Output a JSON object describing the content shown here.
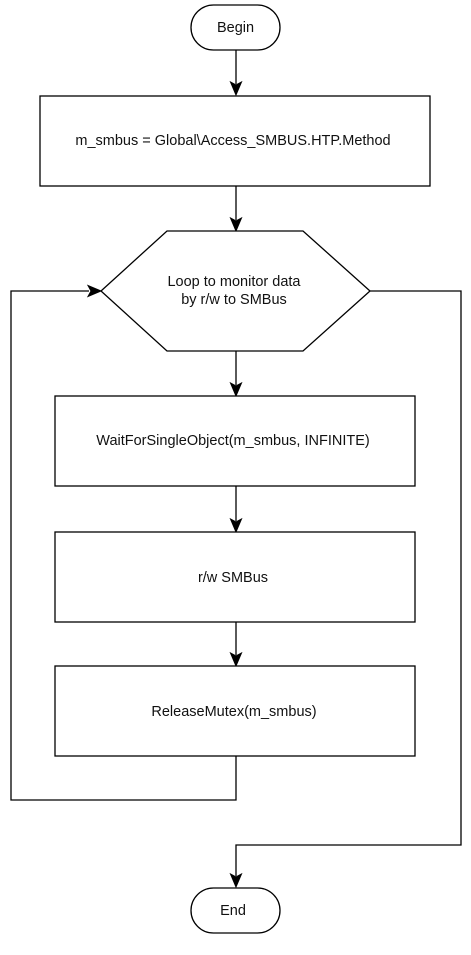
{
  "flowchart": {
    "begin": "Begin",
    "init": "m_smbus = Global\\Access_SMBUS.HTP.Method",
    "loop_line1": "Loop to monitor data",
    "loop_line2": "by r/w to SMBus",
    "wait": "WaitForSingleObject(m_smbus, INFINITE)",
    "rw": "r/w SMBus",
    "release": "ReleaseMutex(m_smbus)",
    "end": "End"
  },
  "colors": {
    "stroke": "#000000",
    "fill": "#ffffff",
    "text": "#111111"
  }
}
